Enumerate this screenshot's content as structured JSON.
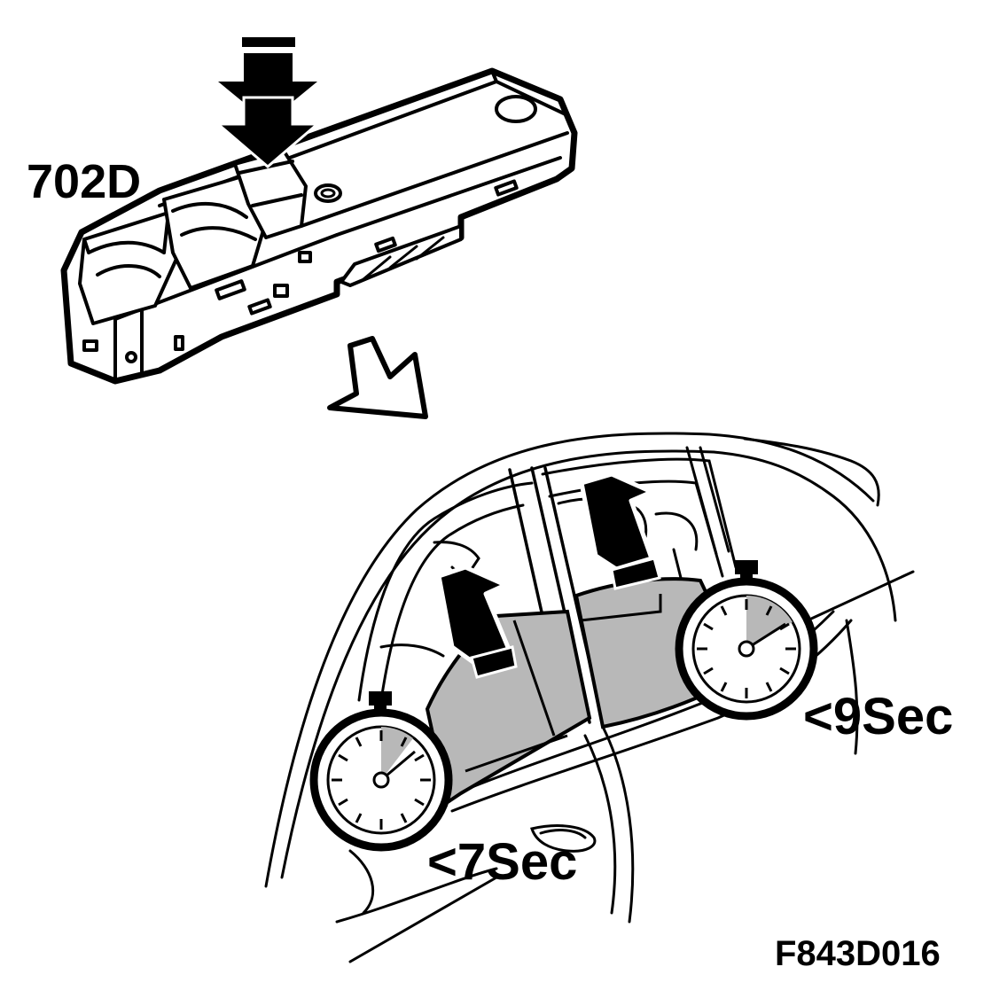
{
  "labels": {
    "switch_id": "702D",
    "front_window_time": "<7Sec",
    "rear_window_time": "<9Sec",
    "figure_code": "F843D016"
  },
  "colors": {
    "line": "#000000",
    "glass": "#b8b8b8",
    "background": "#ffffff"
  },
  "icons": {
    "press_arrow": "double-down-arrow-icon",
    "sequence_arrow": "hollow-diagonal-arrow-icon",
    "window_up": "up-arrow-icon",
    "timer": "stopwatch-icon"
  }
}
